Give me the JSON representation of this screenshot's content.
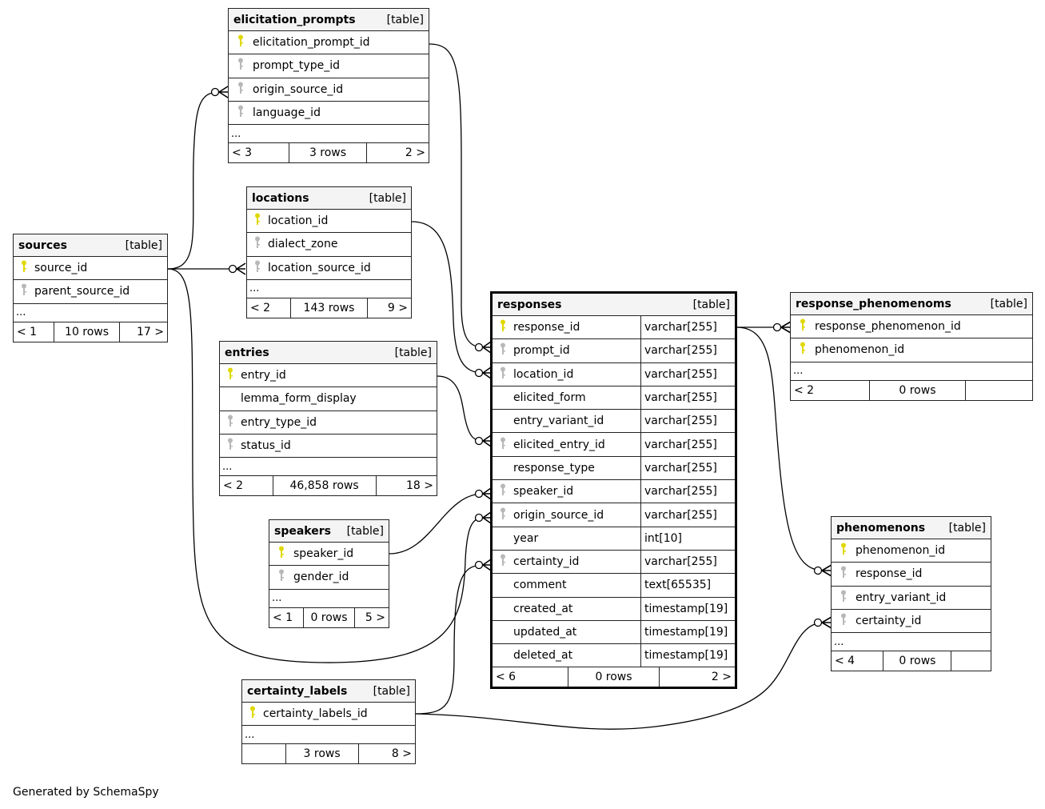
{
  "footer": {
    "generated_by": "Generated by SchemaSpy"
  },
  "colors": {
    "primary_key": "#e0d800",
    "foreign_key": "#b8b8b8",
    "header_bg": "#f4f4f4",
    "border": "#222222"
  },
  "tables": {
    "elicitation_prompts": {
      "name": "elicitation_prompts",
      "type": "[table]",
      "columns": [
        {
          "name": "elicitation_prompt_id",
          "key": "primary"
        },
        {
          "name": "prompt_type_id",
          "key": "foreign"
        },
        {
          "name": "origin_source_id",
          "key": "foreign"
        },
        {
          "name": "language_id",
          "key": "foreign"
        }
      ],
      "more": "...",
      "parents": "< 3",
      "rows": "3 rows",
      "children": "2 >"
    },
    "locations": {
      "name": "locations",
      "type": "[table]",
      "columns": [
        {
          "name": "location_id",
          "key": "primary"
        },
        {
          "name": "dialect_zone",
          "key": "foreign"
        },
        {
          "name": "location_source_id",
          "key": "foreign"
        }
      ],
      "more": "...",
      "parents": "< 2",
      "rows": "143 rows",
      "children": "9 >"
    },
    "sources": {
      "name": "sources",
      "type": "[table]",
      "columns": [
        {
          "name": "source_id",
          "key": "primary"
        },
        {
          "name": "parent_source_id",
          "key": "foreign"
        }
      ],
      "more": "...",
      "parents": "< 1",
      "rows": "10 rows",
      "children": "17 >"
    },
    "entries": {
      "name": "entries",
      "type": "[table]",
      "columns": [
        {
          "name": "entry_id",
          "key": "primary"
        },
        {
          "name": "lemma_form_display",
          "key": "none"
        },
        {
          "name": "entry_type_id",
          "key": "foreign"
        },
        {
          "name": "status_id",
          "key": "foreign"
        }
      ],
      "more": "...",
      "parents": "< 2",
      "rows": "46,858 rows",
      "children": "18 >"
    },
    "speakers": {
      "name": "speakers",
      "type": "[table]",
      "columns": [
        {
          "name": "speaker_id",
          "key": "primary"
        },
        {
          "name": "gender_id",
          "key": "foreign"
        }
      ],
      "more": "...",
      "parents": "< 1",
      "rows": "0 rows",
      "children": "5 >"
    },
    "certainty_labels": {
      "name": "certainty_labels",
      "type": "[table]",
      "columns": [
        {
          "name": "certainty_labels_id",
          "key": "primary"
        }
      ],
      "more": "...",
      "parents": "",
      "rows": "3 rows",
      "children": "8 >"
    },
    "responses": {
      "name": "responses",
      "type": "[table]",
      "columns": [
        {
          "name": "response_id",
          "key": "primary",
          "dtype": "varchar[255]"
        },
        {
          "name": "prompt_id",
          "key": "foreign",
          "dtype": "varchar[255]"
        },
        {
          "name": "location_id",
          "key": "foreign",
          "dtype": "varchar[255]"
        },
        {
          "name": "elicited_form",
          "key": "none",
          "dtype": "varchar[255]"
        },
        {
          "name": "entry_variant_id",
          "key": "none",
          "dtype": "varchar[255]"
        },
        {
          "name": "elicited_entry_id",
          "key": "foreign",
          "dtype": "varchar[255]"
        },
        {
          "name": "response_type",
          "key": "none",
          "dtype": "varchar[255]"
        },
        {
          "name": "speaker_id",
          "key": "foreign",
          "dtype": "varchar[255]"
        },
        {
          "name": "origin_source_id",
          "key": "foreign",
          "dtype": "varchar[255]"
        },
        {
          "name": "year",
          "key": "none",
          "dtype": "int[10]"
        },
        {
          "name": "certainty_id",
          "key": "foreign",
          "dtype": "varchar[255]"
        },
        {
          "name": "comment",
          "key": "none",
          "dtype": "text[65535]"
        },
        {
          "name": "created_at",
          "key": "none",
          "dtype": "timestamp[19]"
        },
        {
          "name": "updated_at",
          "key": "none",
          "dtype": "timestamp[19]"
        },
        {
          "name": "deleted_at",
          "key": "none",
          "dtype": "timestamp[19]"
        }
      ],
      "parents": "< 6",
      "rows": "0 rows",
      "children": "2 >"
    },
    "response_phenomenoms": {
      "name": "response_phenomenoms",
      "type": "[table]",
      "columns": [
        {
          "name": "response_phenomenon_id",
          "key": "primary"
        },
        {
          "name": "phenomenon_id",
          "key": "primary"
        }
      ],
      "more": "...",
      "parents": "< 2",
      "rows": "0 rows",
      "children": ""
    },
    "phenomenons": {
      "name": "phenomenons",
      "type": "[table]",
      "columns": [
        {
          "name": "phenomenon_id",
          "key": "primary"
        },
        {
          "name": "response_id",
          "key": "foreign"
        },
        {
          "name": "entry_variant_id",
          "key": "foreign"
        },
        {
          "name": "certainty_id",
          "key": "foreign"
        }
      ],
      "more": "...",
      "parents": "< 4",
      "rows": "0 rows",
      "children": ""
    }
  }
}
